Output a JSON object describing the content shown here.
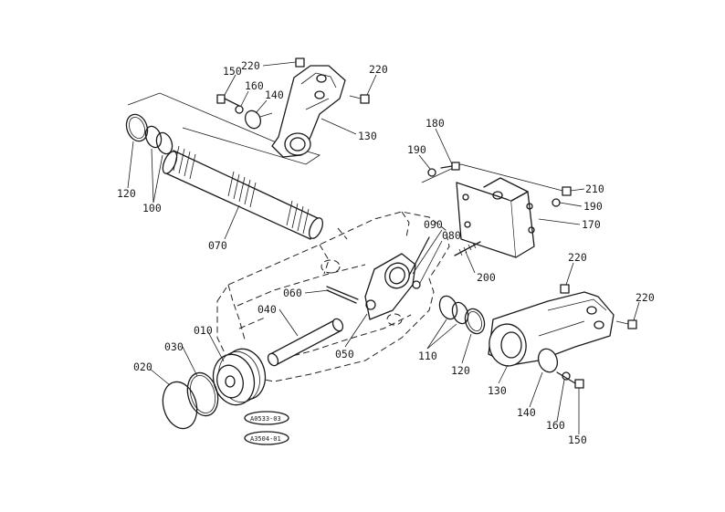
{
  "labels": {
    "p220a": "220",
    "p220b": "220",
    "p150a": "150",
    "p160a": "160",
    "p140a": "140",
    "p130a": "130",
    "p120a": "120",
    "p100": "100",
    "p070": "070",
    "p180": "180",
    "p190a": "190",
    "p210": "210",
    "p190b": "190",
    "p170": "170",
    "p090": "090",
    "p080": "080",
    "p200": "200",
    "p060": "060",
    "p040": "040",
    "p050": "050",
    "p110": "110",
    "p120b": "120",
    "p010": "010",
    "p030": "030",
    "p020": "020",
    "p220c": "220",
    "p220d": "220",
    "p130b": "130",
    "p140b": "140",
    "p160b": "160",
    "p150b": "150"
  },
  "tags": {
    "top": "A0533-03",
    "bottom": "A3504-01"
  }
}
